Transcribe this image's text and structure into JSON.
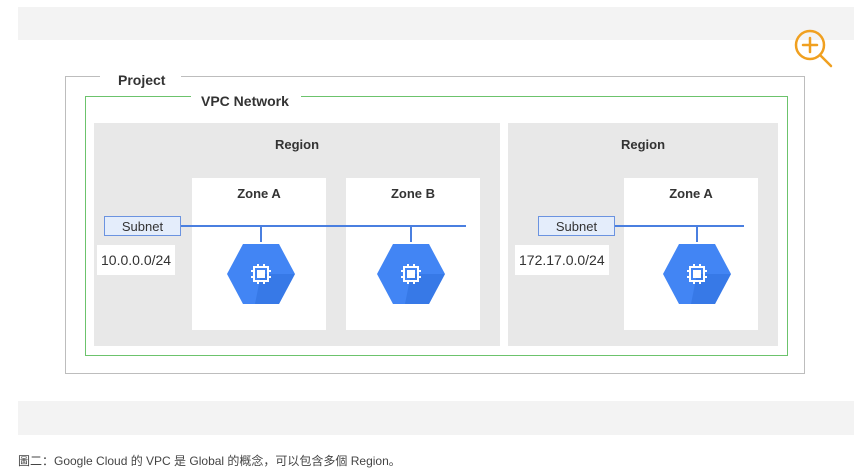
{
  "diagram": {
    "project_label": "Project",
    "vpc_label": "VPC Network",
    "regions": [
      {
        "label": "Region",
        "subnet_label": "Subnet",
        "cidr": "10.0.0.0/24",
        "zones": [
          {
            "label": "Zone A",
            "icon": "compute-engine-icon"
          },
          {
            "label": "Zone B",
            "icon": "compute-engine-icon"
          }
        ]
      },
      {
        "label": "Region",
        "subnet_label": "Subnet",
        "cidr": "172.17.0.0/24",
        "zones": [
          {
            "label": "Zone A",
            "icon": "compute-engine-icon"
          }
        ]
      }
    ]
  },
  "zoom": {
    "icon": "zoom-in-icon"
  },
  "caption": "圖二：Google Cloud 的 VPC 是 Global 的概念，可以包含多個 Region。",
  "colors": {
    "accent_orange": "#f0a020",
    "subnet_blue": "#4a7fe0",
    "vpc_green": "#6cc36c",
    "gcp_blue": "#4285f4",
    "region_gray": "#e8e8e8"
  }
}
